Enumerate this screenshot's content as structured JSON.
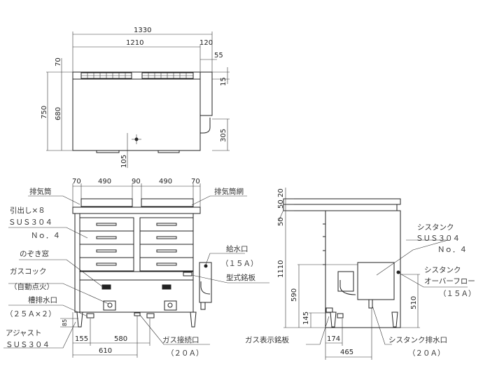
{
  "top_view": {
    "dims": {
      "overall_width": "1330",
      "body_width": "1210",
      "cistern_width": "120",
      "cistern_offset": "55",
      "top_strip": "70",
      "overall_depth": "750",
      "body_depth": "680",
      "side_depth": "15",
      "drain_from_back": "305",
      "gas_offset": "105"
    }
  },
  "front_view": {
    "dims": {
      "w1": "70",
      "w2": "490",
      "w3": "90",
      "w4": "490",
      "w5": "70",
      "foot": "85",
      "d155": "155",
      "d580": "580",
      "d610": "610"
    },
    "labels": {
      "exhaust_pipe": "排気筒",
      "exhaust_net": "排気筒網",
      "drawer_1": "引出し×８",
      "drawer_2": "ＳＵＳ３０４",
      "drawer_3": "Ｎｏ．４",
      "window": "のぞき窓",
      "gas_cock_1": "ガスコック",
      "gas_cock_2": "（自動点火）",
      "tank_drain_1": "槽排水口",
      "tank_drain_2": "（２５Ａ×２）",
      "adjuster_1": "アジャスト",
      "adjuster_2": "ＳＵＳ３０４",
      "water_inlet_1": "給水口",
      "water_inlet_2": "（１５Ａ）",
      "model_plate": "型式銘板",
      "gas_conn_1": "ガス接続口",
      "gas_conn_2": "（２０Ａ）"
    }
  },
  "side_view": {
    "dims": {
      "h20": "20",
      "h50a": "50",
      "h50b": "50",
      "h1110": "1110",
      "h590": "590",
      "h145": "145",
      "d174": "174",
      "d465": "465",
      "h510": "510"
    },
    "labels": {
      "cistern_1": "シスタンク",
      "cistern_2": "ＳＵＳ３０４",
      "cistern_3": "Ｎｏ．４",
      "overflow_1": "シスタンク",
      "overflow_2": "オーバーフロー",
      "overflow_3": "（１５Ａ）",
      "gas_plate": "ガス表示銘板",
      "cistern_drain_1": "シスタンク排水口",
      "cistern_drain_2": "（２０Ａ）"
    }
  }
}
